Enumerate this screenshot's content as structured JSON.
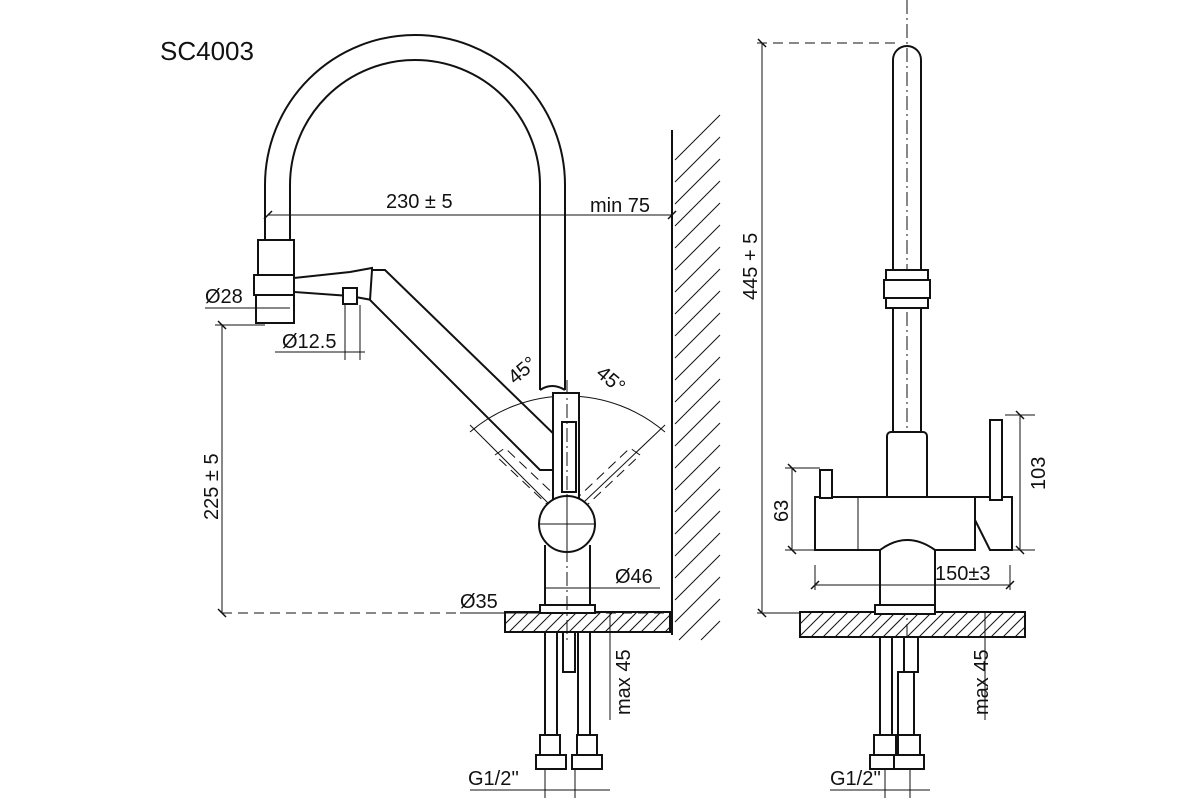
{
  "model": "SC4003",
  "dimensions": {
    "reach": "230 ± 5",
    "wall_min": "min 75",
    "spout_diameter": "Ø28",
    "outlet_diameter": "Ø12.5",
    "swivel_left": "45°",
    "swivel_right": "45°",
    "spout_height": "225 ± 5",
    "body_diameter": "Ø46",
    "base_diameter": "Ø35",
    "counter_max": "max 45",
    "thread": "G1/2''",
    "total_height": "445 + 5",
    "handle_height": "103",
    "body_height": "63",
    "handle_spread": "150±3",
    "counter_max_side": "max 45",
    "thread_side": "G1/2''"
  }
}
